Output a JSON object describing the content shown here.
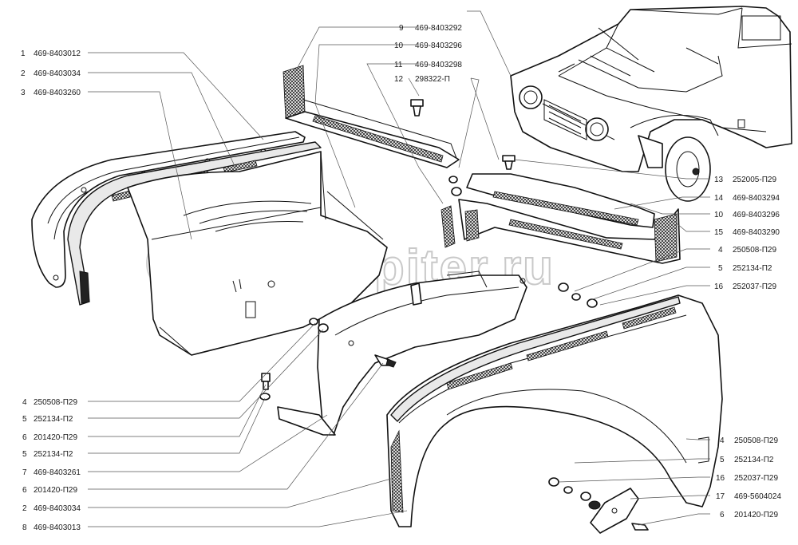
{
  "watermark": "autopiter.ru",
  "callouts_left": [
    {
      "num": "1",
      "code": "469-8403012"
    },
    {
      "num": "2",
      "code": "469-8403034"
    },
    {
      "num": "3",
      "code": "469-8403260"
    }
  ],
  "callouts_top": [
    {
      "num": "9",
      "code": "469-8403292"
    },
    {
      "num": "10",
      "code": "469-8403296"
    },
    {
      "num": "11",
      "code": "469-8403298"
    },
    {
      "num": "12",
      "code": "298322-П"
    }
  ],
  "callouts_right": [
    {
      "num": "13",
      "code": "252005-П29"
    },
    {
      "num": "14",
      "code": "469-8403294"
    },
    {
      "num": "10",
      "code": "469-8403296"
    },
    {
      "num": "15",
      "code": "469-8403290"
    },
    {
      "num": "4",
      "code": "250508-П29"
    },
    {
      "num": "5",
      "code": "252134-П2"
    },
    {
      "num": "16",
      "code": "252037-П29"
    }
  ],
  "callouts_bottom_left": [
    {
      "num": "4",
      "code": "250508-П29"
    },
    {
      "num": "5",
      "code": "252134-П2"
    },
    {
      "num": "6",
      "code": "201420-П29"
    },
    {
      "num": "5",
      "code": "252134-П2"
    },
    {
      "num": "7",
      "code": "469-8403261"
    },
    {
      "num": "6",
      "code": "201420-П29"
    },
    {
      "num": "2",
      "code": "469-8403034"
    },
    {
      "num": "8",
      "code": "469-8403013"
    }
  ],
  "callouts_bottom_right": [
    {
      "num": "4",
      "code": "250508-П29"
    },
    {
      "num": "5",
      "code": "252134-П2"
    },
    {
      "num": "16",
      "code": "252037-П29"
    },
    {
      "num": "17",
      "code": "469-5604024"
    },
    {
      "num": "6",
      "code": "201420-П29"
    }
  ]
}
